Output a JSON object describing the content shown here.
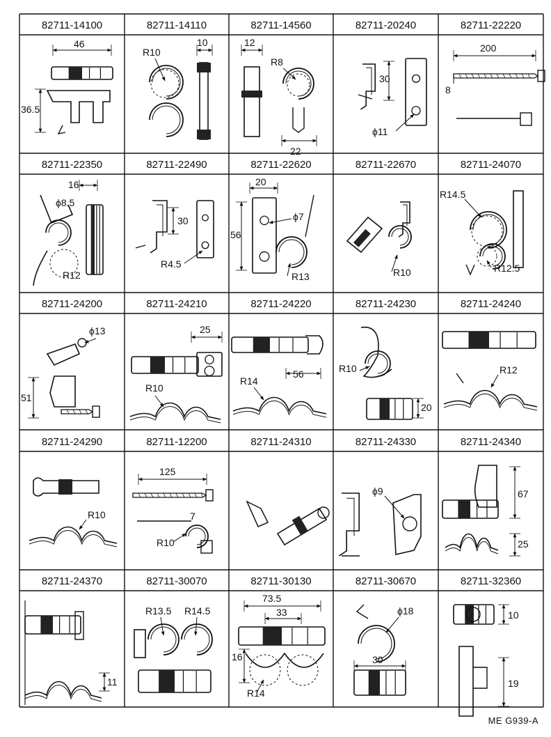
{
  "sheet_code": "ME  G939-A",
  "cells": [
    {
      "part": "82711-14100",
      "dims": [
        "46",
        "36.5"
      ]
    },
    {
      "part": "82711-14110",
      "dims": [
        "R10",
        "10"
      ]
    },
    {
      "part": "82711-14560",
      "dims": [
        "12",
        "R8",
        "22"
      ]
    },
    {
      "part": "82711-20240",
      "dims": [
        "30",
        "ϕ11"
      ]
    },
    {
      "part": "82711-22220",
      "dims": [
        "200",
        "8"
      ]
    },
    {
      "part": "82711-22350",
      "dims": [
        "16",
        "ϕ8.5",
        "R12"
      ]
    },
    {
      "part": "82711-22490",
      "dims": [
        "30",
        "R4.5"
      ]
    },
    {
      "part": "82711-22620",
      "dims": [
        "20",
        "ϕ7",
        "56",
        "R13"
      ]
    },
    {
      "part": "82711-22670",
      "dims": [
        "R10"
      ]
    },
    {
      "part": "82711-24070",
      "dims": [
        "R14.5",
        "R12.5"
      ]
    },
    {
      "part": "82711-24200",
      "dims": [
        "ϕ13",
        "51"
      ]
    },
    {
      "part": "82711-24210",
      "dims": [
        "25",
        "R10"
      ]
    },
    {
      "part": "82711-24220",
      "dims": [
        "R14",
        "56"
      ]
    },
    {
      "part": "82711-24230",
      "dims": [
        "R10",
        "20"
      ]
    },
    {
      "part": "82711-24240",
      "dims": [
        "R12"
      ]
    },
    {
      "part": "82711-24290",
      "dims": [
        "R10"
      ]
    },
    {
      "part": "82711-12200",
      "dims": [
        "125",
        "7",
        "R10"
      ]
    },
    {
      "part": "82711-24310",
      "dims": []
    },
    {
      "part": "82711-24330",
      "dims": [
        "ϕ9"
      ]
    },
    {
      "part": "82711-24340",
      "dims": [
        "67",
        "25"
      ]
    },
    {
      "part": "82711-24370",
      "dims": [
        "11"
      ]
    },
    {
      "part": "82711-30070",
      "dims": [
        "R13.5",
        "R14.5"
      ]
    },
    {
      "part": "82711-30130",
      "dims": [
        "73.5",
        "33",
        "16",
        "R14"
      ]
    },
    {
      "part": "82711-30670",
      "dims": [
        "ϕ18",
        "30"
      ]
    },
    {
      "part": "82711-32360",
      "dims": [
        "10",
        "19"
      ]
    }
  ]
}
